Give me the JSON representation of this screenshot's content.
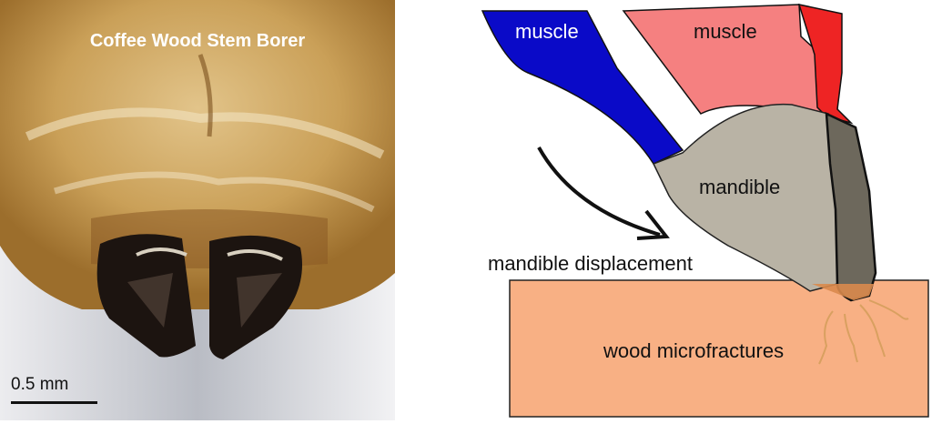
{
  "photo": {
    "title": "Coffee Wood Stem Borer",
    "scale_label": "0.5 mm"
  },
  "diagram": {
    "muscle_left_label": "muscle",
    "muscle_right_label": "muscle",
    "mandible_label": "mandible",
    "displacement_label": "mandible displacement",
    "wood_label": "wood microfractures"
  },
  "colors": {
    "muscle_left": "#0a0ac8",
    "muscle_right": "#f58080",
    "muscle_right_edge": "#ee2424",
    "mandible": "#b9b3a5",
    "mandible_edge": "#6d685c",
    "wood": "#f8b084",
    "mandible_tip": "#d98a4c"
  }
}
